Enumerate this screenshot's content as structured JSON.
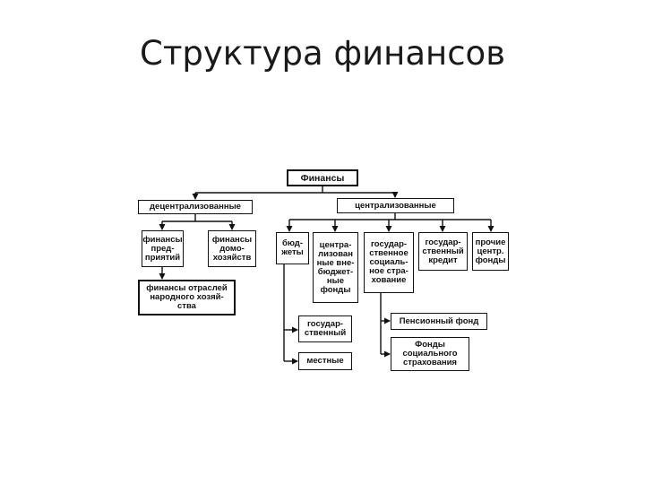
{
  "title": "Структура финансов",
  "diagram": {
    "root": "Финансы",
    "decentralized": "децентрализованные",
    "centralized": "централизованные",
    "enterprise_finance": "финансы\nпред-\nприятий",
    "household_finance": "финансы\nдомо-\nхозяйств",
    "national_economy_finance": "финансы отраслей\nнародного хозяй-\nства",
    "budgets": "бюд-\nжеты",
    "offbudget_funds": "центра-\nлизован\nные вне-\nбюджет-\nные\nфонды",
    "social_insurance": "государ-\nственное\nсоциаль-\nное стра-\nхование",
    "state_credit": "государ-\nственный\nкредит",
    "other_funds": "прочие\nцентр.\nфонды",
    "state_budget": "государ-\nственный",
    "local_budget": "местные",
    "pension_fund": "Пенсионный фонд",
    "social_insurance_funds": "Фонды\nсоциального\nстрахования"
  }
}
